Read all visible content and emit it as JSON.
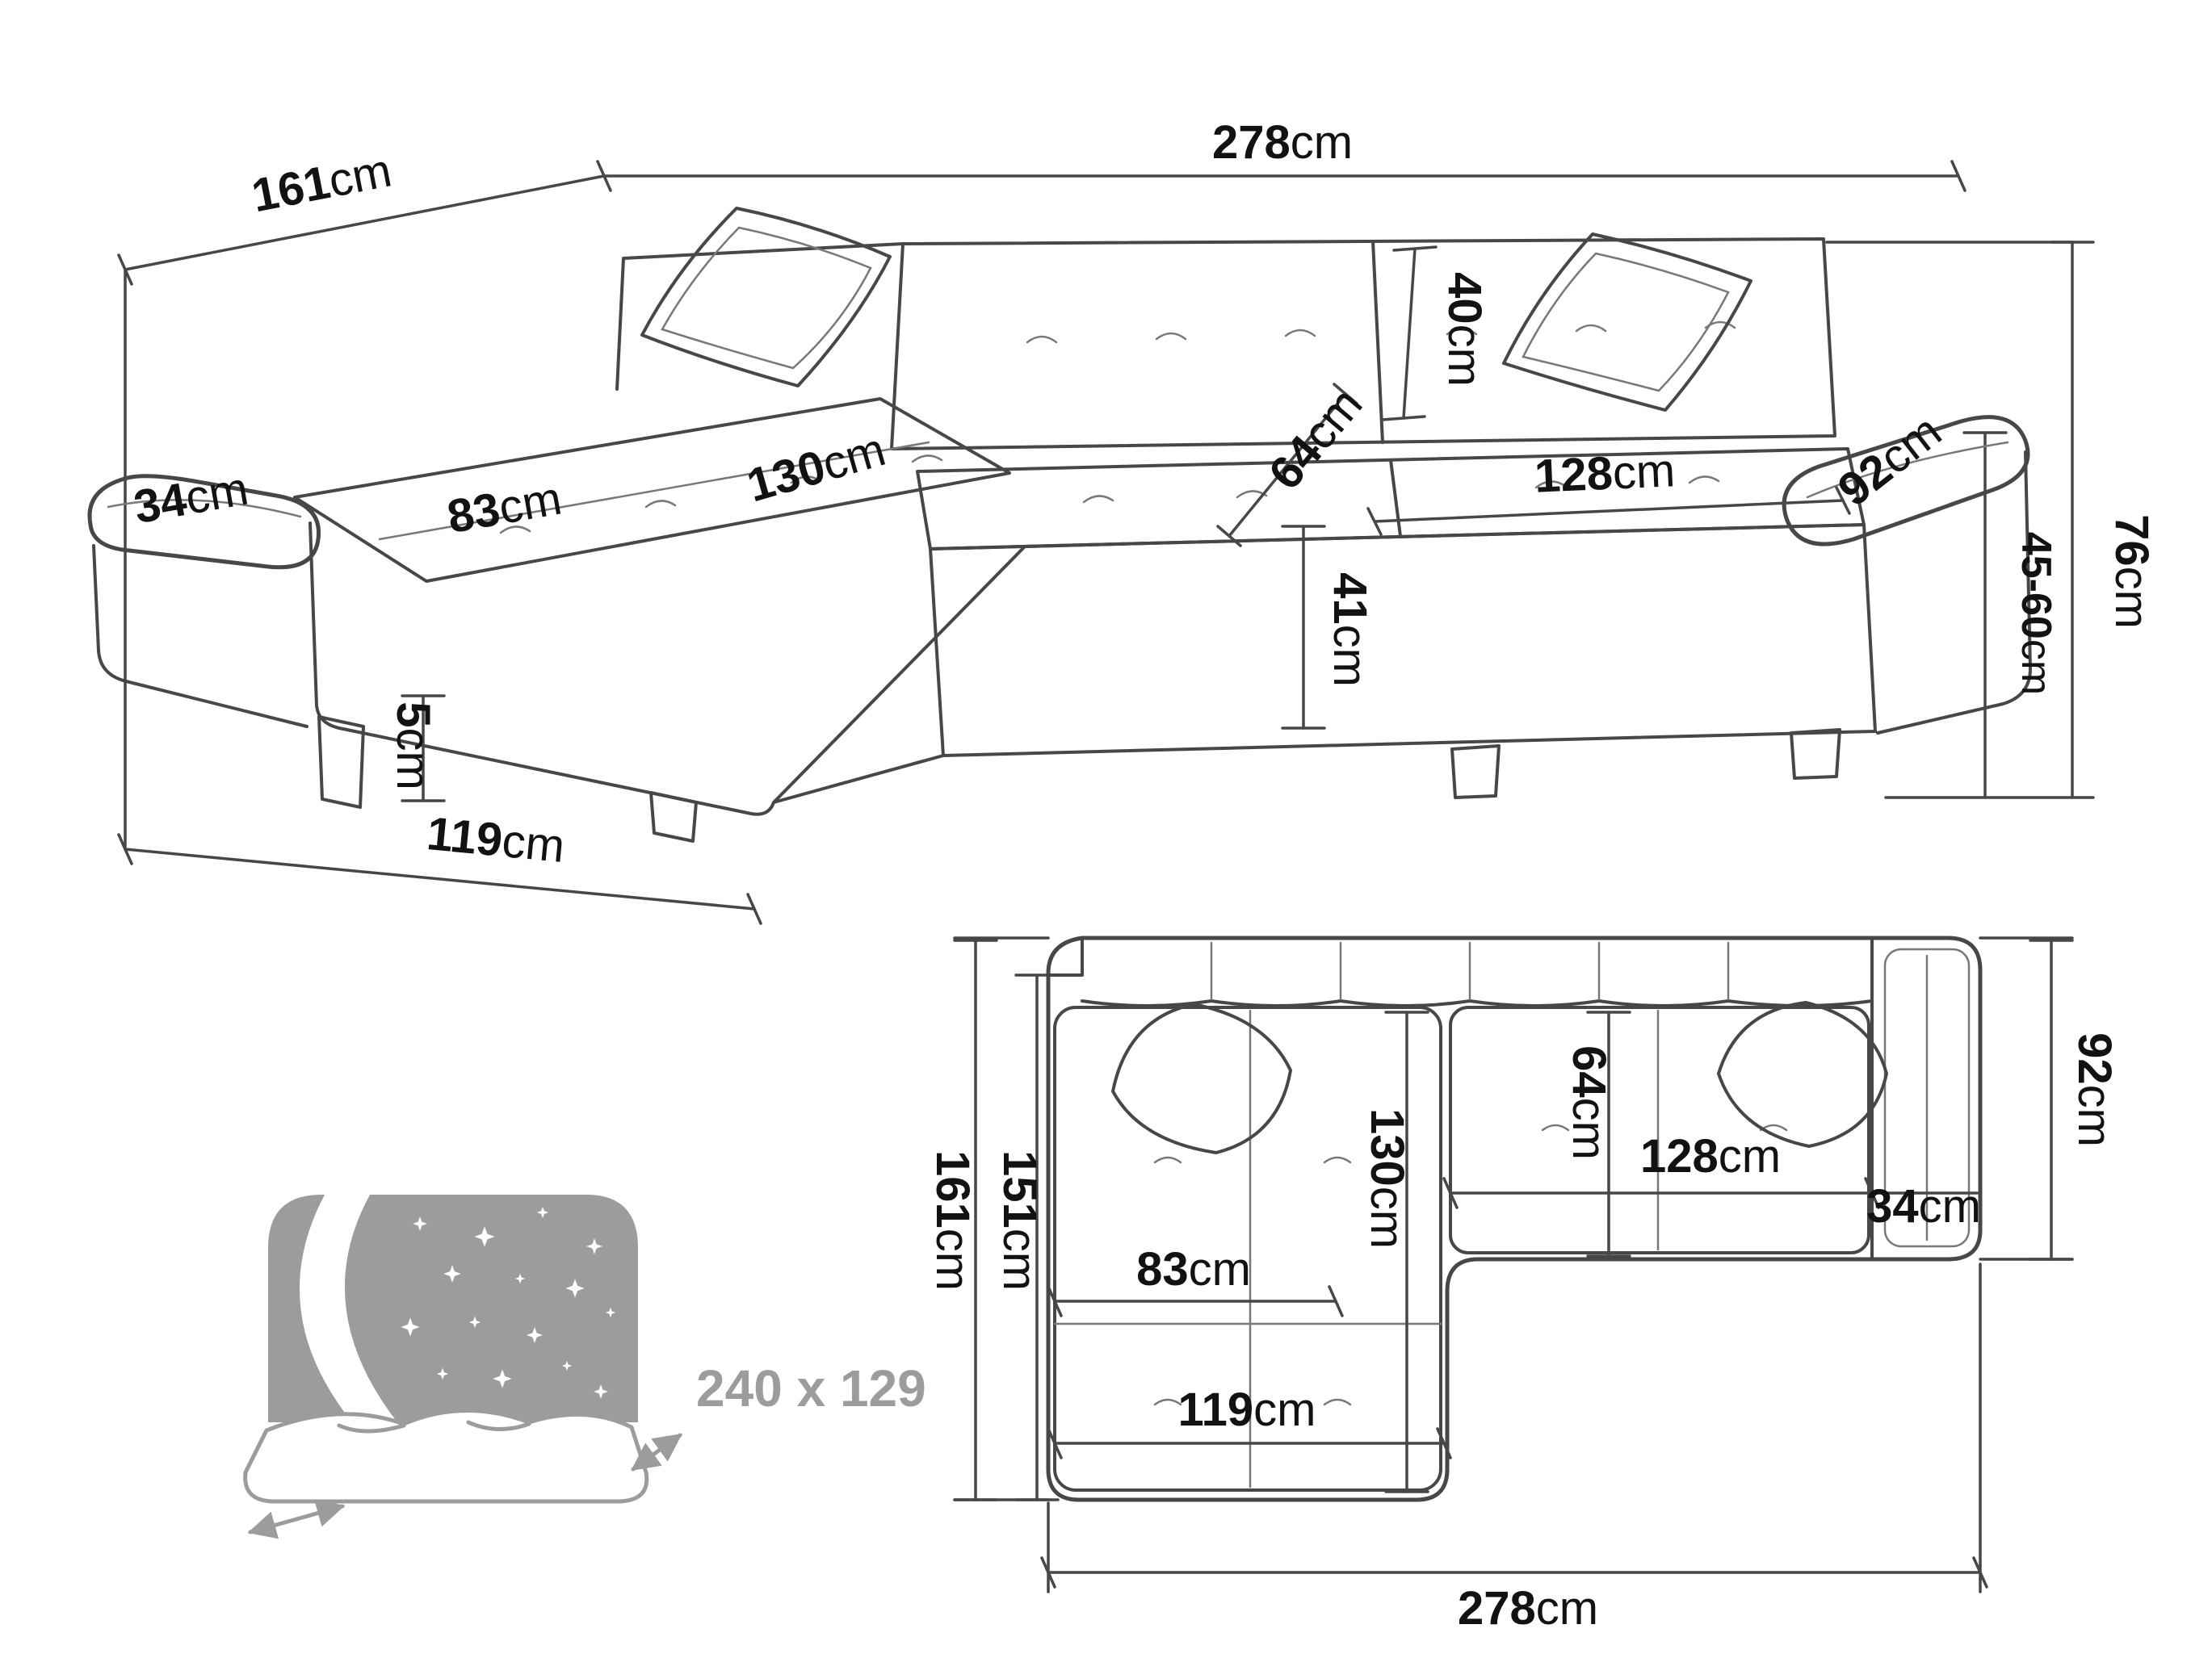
{
  "colors": {
    "line": "#474747",
    "label": "#121212",
    "icon_gray": "#9c9c9c",
    "background": "#ffffff"
  },
  "perspective": {
    "total_width": {
      "value": "278",
      "unit": "cm"
    },
    "total_depth": {
      "value": "161",
      "unit": "cm"
    },
    "left_armrest_width": {
      "value": "34",
      "unit": "cm"
    },
    "chaise_cushion_width": {
      "value": "83",
      "unit": "cm"
    },
    "chaise_cushion_length": {
      "value": "130",
      "unit": "cm"
    },
    "backrest_cushion_height": {
      "value": "40",
      "unit": "cm"
    },
    "seat_depth": {
      "value": "64",
      "unit": "cm"
    },
    "seat_cushion_width": {
      "value": "128",
      "unit": "cm"
    },
    "armrest_length": {
      "value": "92",
      "unit": "cm"
    },
    "total_height": {
      "value": "76",
      "unit": "cm"
    },
    "armrest_height": {
      "value": "45-60",
      "unit": "cm"
    },
    "seat_height": {
      "value": "41",
      "unit": "cm"
    },
    "leg_height": {
      "value": "5",
      "unit": "cm"
    },
    "chaise_depth": {
      "value": "119",
      "unit": "cm"
    }
  },
  "plan": {
    "total_depth": {
      "value": "161",
      "unit": "cm"
    },
    "inner_depth": {
      "value": "151",
      "unit": "cm"
    },
    "chaise_cushion_length": {
      "value": "130",
      "unit": "cm"
    },
    "seat_depth": {
      "value": "64",
      "unit": "cm"
    },
    "seat_cushion_width": {
      "value": "128",
      "unit": "cm"
    },
    "right_armrest_width": {
      "value": "34",
      "unit": "cm"
    },
    "chaise_cushion_width": {
      "value": "83",
      "unit": "cm"
    },
    "chaise_width": {
      "value": "119",
      "unit": "cm"
    },
    "armrest_depth": {
      "value": "92",
      "unit": "cm"
    },
    "total_width": {
      "value": "278",
      "unit": "cm"
    }
  },
  "sleeping_area": {
    "size": "240 x 129"
  }
}
